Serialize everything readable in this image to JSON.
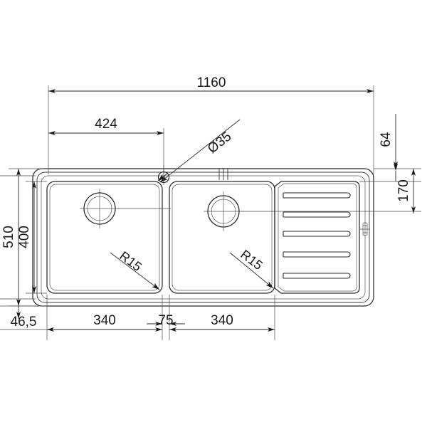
{
  "drawing": {
    "title": "Kitchen sink technical dimension drawing",
    "units": "mm",
    "line_color": "#2b2b2b",
    "dim_color": "#1a1a1a",
    "background": "#ffffff"
  },
  "dimensions": {
    "overall_width": "1160",
    "tap_hole_offset": "424",
    "tap_hole_diameter": "Ø35",
    "rear_ledge": "64",
    "bowl_top_offset": "170",
    "overall_depth": "510",
    "bowl_depth": "400",
    "front_ledge": "46,5",
    "left_bowl_width": "340",
    "divider_width": "75",
    "right_bowl_width": "340",
    "radius_left": "R15",
    "radius_right": "R15"
  },
  "features": {
    "left_bowl": "left-bowl",
    "right_bowl": "right-bowl",
    "drainboard": "drainboard",
    "drain_left": "drain-hole-left",
    "drain_right": "drain-hole-right",
    "overflow": "overflow-slot",
    "tap_hole": "tap-hole",
    "brand_mark": "brand-mark",
    "groove_count": 5
  }
}
